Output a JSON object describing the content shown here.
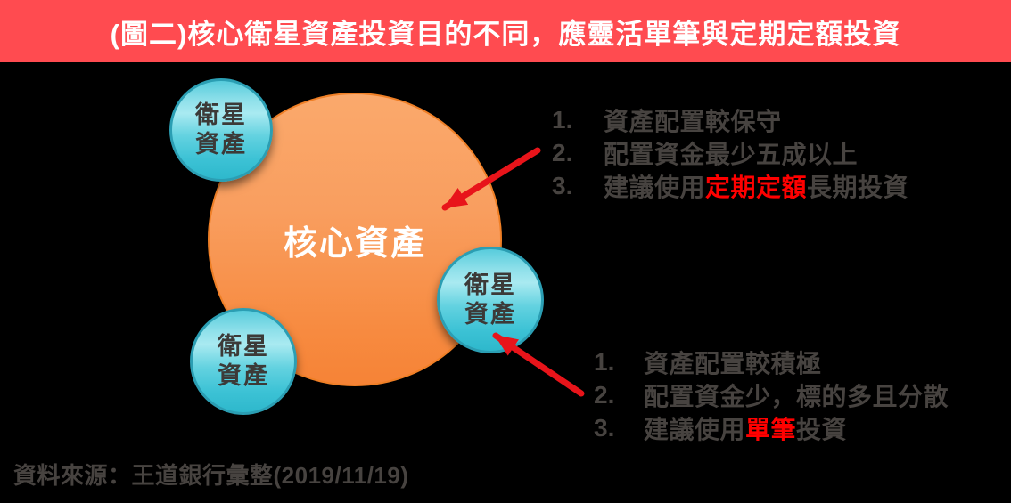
{
  "title": "(圖二)核心衛星資產投資目的不同，應靈活單筆與定期定額投資",
  "core": {
    "label": "核心資產"
  },
  "satellites": {
    "top_left": {
      "line1": "衛星",
      "line2": "資產"
    },
    "bottom_left": {
      "line1": "衛星",
      "line2": "資產"
    },
    "right": {
      "line1": "衛星",
      "line2": "資產"
    }
  },
  "core_notes": {
    "items": [
      {
        "num": "1.",
        "pre": "資產配置較保守",
        "highlight": "",
        "post": ""
      },
      {
        "num": "2.",
        "pre": "配置資金最少五成以上",
        "highlight": "",
        "post": ""
      },
      {
        "num": "3.",
        "pre": "建議使用",
        "highlight": "定期定額",
        "post": "長期投資"
      }
    ]
  },
  "satellite_notes": {
    "items": [
      {
        "num": "1.",
        "pre": "資產配置較積極",
        "highlight": "",
        "post": ""
      },
      {
        "num": "2.",
        "pre": "配置資金少，標的多且分散",
        "highlight": "",
        "post": ""
      },
      {
        "num": "3.",
        "pre": "建議使用",
        "highlight": "單筆",
        "post": "投資"
      }
    ]
  },
  "source": "資料來源：王道銀行彙整(2019/11/19)",
  "colors": {
    "background": "#000000",
    "banner": "#FF4B50",
    "title_text": "#FFFFFF",
    "core_fill_top": "#FAA96C",
    "core_fill_bottom": "#F68336",
    "core_border": "#EF7F26",
    "core_label_text": "#FFFFFF",
    "satellite_fill": "#49C7D9",
    "satellite_border": "#2B9EB3",
    "satellite_text": "#3C3A38",
    "note_text": "#474340",
    "highlight_red": "#FF0000",
    "arrow_red": "#E8141A"
  }
}
